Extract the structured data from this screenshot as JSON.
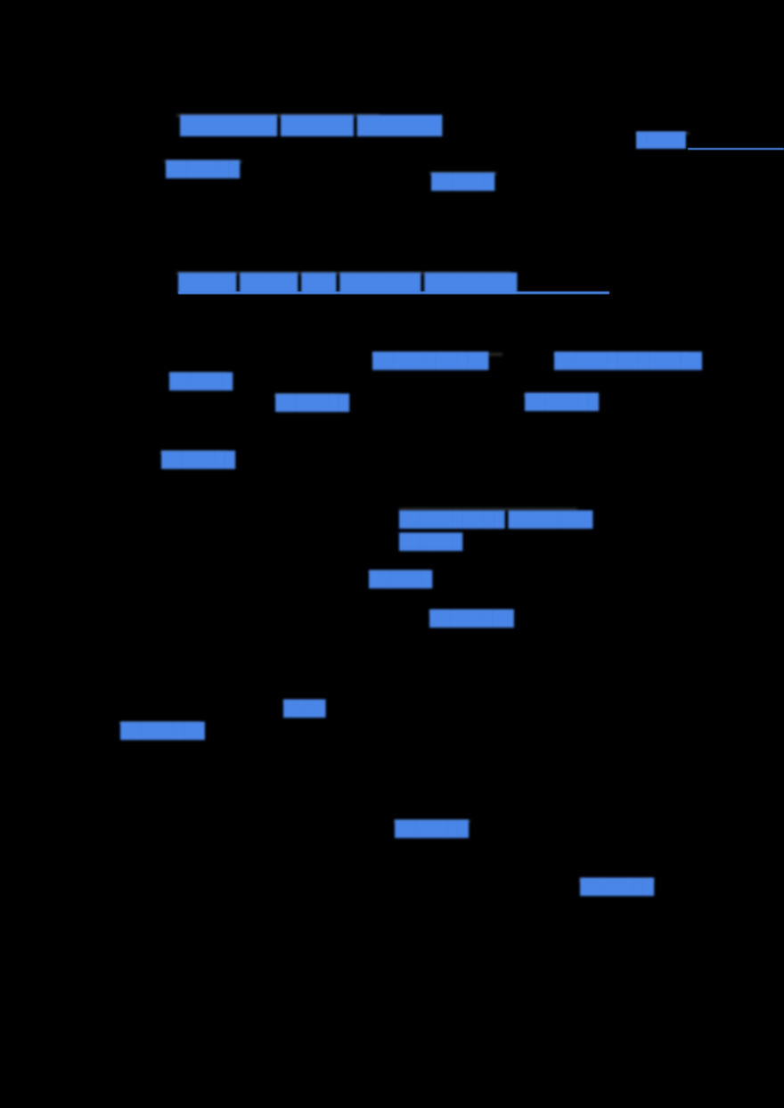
{
  "document": {
    "background_color": "#000000",
    "text_color": "#4a86e8",
    "redacted": true,
    "note": "All body text on this page is visually obscured (blurred/pixelated); glyphs are not legible."
  },
  "blocks": [
    {
      "id": "title",
      "text": "████████ ██████ ███████"
    },
    {
      "id": "subtitle-left",
      "text": "███████"
    },
    {
      "id": "subtitle-mid",
      "text": "██████"
    },
    {
      "id": "corner-label",
      "text": "█████"
    },
    {
      "id": "section-heading",
      "text": "█████ █████ ███ ███████ ████████"
    },
    {
      "id": "item-a",
      "text": "███████████"
    },
    {
      "id": "item-b",
      "text": "██████████████"
    },
    {
      "id": "item-c",
      "text": "██████"
    },
    {
      "id": "item-d",
      "text": "███████"
    },
    {
      "id": "item-e",
      "text": "███████"
    },
    {
      "id": "item-f",
      "text": "███████"
    },
    {
      "id": "item-g",
      "text": "███████"
    },
    {
      "id": "para-line1",
      "text": "██████████ ████████"
    },
    {
      "id": "para-line2",
      "text": "██████"
    },
    {
      "id": "item-h",
      "text": "██████"
    },
    {
      "id": "item-i",
      "text": "████████"
    },
    {
      "id": "item-j",
      "text": "████"
    },
    {
      "id": "item-k",
      "text": "████████"
    },
    {
      "id": "item-l",
      "text": "███████"
    },
    {
      "id": "item-m",
      "text": "███████"
    }
  ],
  "rules": {
    "corner_rule": "",
    "heading_rule": ""
  }
}
